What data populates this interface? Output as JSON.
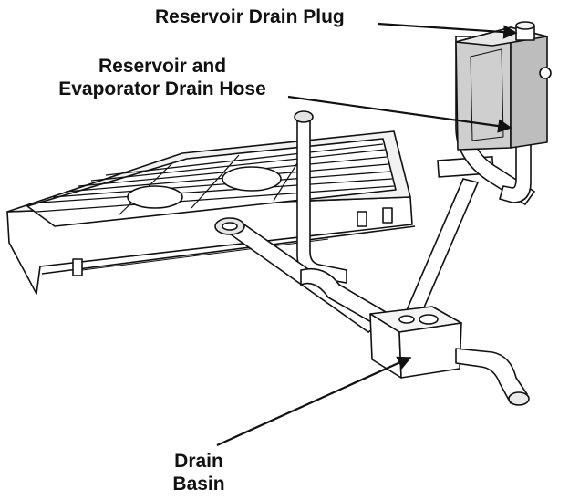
{
  "callouts": {
    "drain_plug": "Reservoir Drain Plug",
    "drain_hose": {
      "line1": "Reservoir and",
      "line2": "Evaporator Drain Hose"
    },
    "drain_basin": {
      "line1": "Drain",
      "line2": "Basin"
    }
  },
  "colors": {
    "line": "#111111",
    "fill": "#ffffff",
    "shade": "#d9d9d9",
    "tank": "#cfcfcf"
  }
}
